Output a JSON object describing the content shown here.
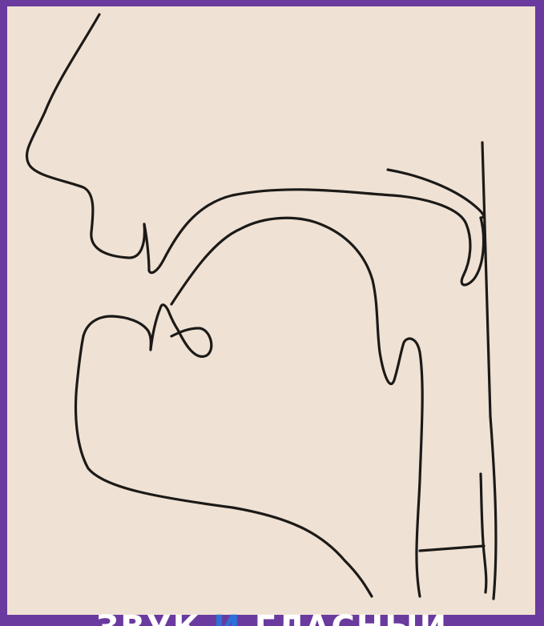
{
  "colors": {
    "frame": "#6a3a9e",
    "paper": "#efe2d4",
    "ink": "#1c1a18",
    "caption_text": "#ffffff",
    "caption_accent": "#2e6fd8"
  },
  "caption": {
    "part1": "ЗВУК",
    "part2": "И",
    "part3": "ГЛАСНЫЙ"
  }
}
